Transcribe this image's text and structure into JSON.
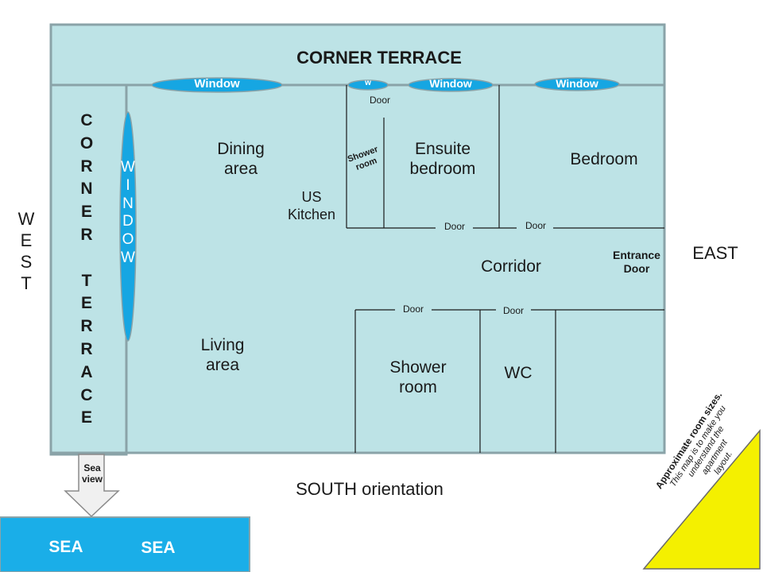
{
  "terrace": {
    "top": "CORNER  TERRACE",
    "left_letters": [
      "C",
      "O",
      "R",
      "N",
      "E",
      "R",
      "",
      "T",
      "E",
      "R",
      "R",
      "A",
      "C",
      "E"
    ]
  },
  "windows": {
    "top_1": "Window",
    "top_small": "w",
    "top_2": "Window",
    "top_3": "Window",
    "left_letters": [
      "W",
      "I",
      "N",
      "D",
      "O",
      "W"
    ]
  },
  "rooms": {
    "dining": "Dining\narea",
    "living": "Living\narea",
    "kitchen": "US\nKitchen",
    "shower_top": "Shower\nroom",
    "ensuite": "Ensuite\nbedroom",
    "bedroom": "Bedroom",
    "corridor": "Corridor",
    "shower_bottom": "Shower\nroom",
    "wc": "WC"
  },
  "doors": {
    "d_top": "Door",
    "d_ensuite": "Door",
    "d_bedroom": "Door",
    "d_shower": "Door",
    "d_wc": "Door",
    "entrance": "Entrance\nDoor"
  },
  "compass": {
    "west": [
      "W",
      "E",
      "S",
      "T"
    ],
    "east": "EAST",
    "south": "SOUTH orientation"
  },
  "sea": {
    "view": "Sea\nview",
    "label_1": "SEA",
    "label_2": "SEA"
  },
  "note": {
    "title": "Approximate room sizes.",
    "body": "This map is to make you\nunderstand the\napartment\nlayout."
  },
  "colors": {
    "plan_fill": "#bde3e6",
    "wall": "#8aa3a8",
    "line": "#1a1a1a",
    "window": "#16a6e2",
    "sea": "#1aaee8",
    "note": "#f4f000"
  }
}
